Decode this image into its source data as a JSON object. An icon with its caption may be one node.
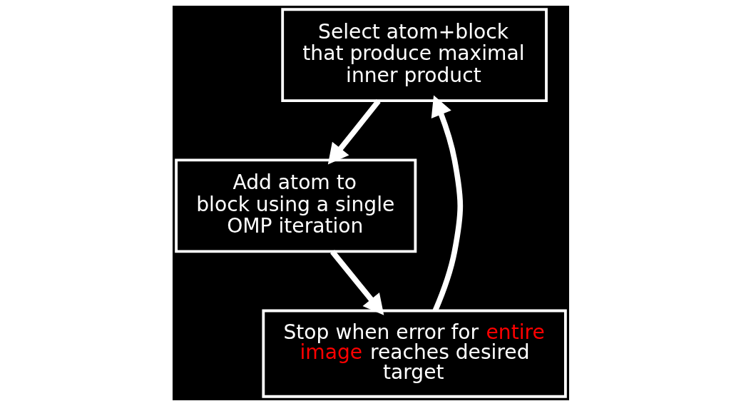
{
  "diagram": {
    "nodes": [
      {
        "text": [
          "Select atom+block that produce maximal inner product"
        ]
      },
      {
        "text": [
          "Add atom to block using a single OMP iteration"
        ]
      },
      {
        "text": [
          "Stop when error for entire image reaches desired target"
        ]
      }
    ],
    "edges": [
      {
        "from": 0,
        "to": 1,
        "arrow": "to"
      },
      {
        "from": 1,
        "to": 2,
        "arrow": "to"
      },
      {
        "from": 2,
        "to": 0,
        "arrow": "to"
      }
    ]
  }
}
